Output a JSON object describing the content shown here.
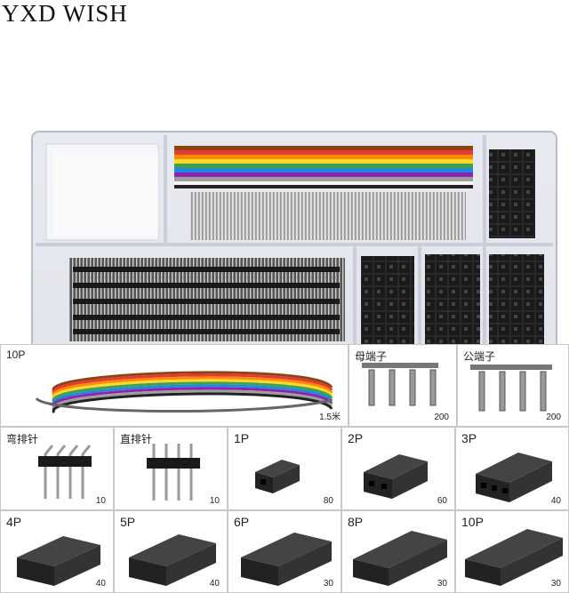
{
  "brand": {
    "text": "YXD WISH"
  },
  "photo": {
    "description_icon": "assortment-box-photo"
  },
  "catalog": {
    "ribbon": {
      "label": "10P",
      "qty": "1.5米"
    },
    "female_terminal": {
      "label": "母端子",
      "qty": "200"
    },
    "male_terminal": {
      "label": "公端子",
      "qty": "200"
    },
    "bent_header": {
      "label": "弯排针",
      "qty": "10"
    },
    "straight_header": {
      "label": "直排针",
      "qty": "10"
    },
    "housings": [
      {
        "label": "1P",
        "qty": "80"
      },
      {
        "label": "2P",
        "qty": "60"
      },
      {
        "label": "3P",
        "qty": "40"
      },
      {
        "label": "4P",
        "qty": "40"
      },
      {
        "label": "5P",
        "qty": "40"
      },
      {
        "label": "6P",
        "qty": "30"
      },
      {
        "label": "8P",
        "qty": "30"
      },
      {
        "label": "10P",
        "qty": "30"
      }
    ]
  }
}
